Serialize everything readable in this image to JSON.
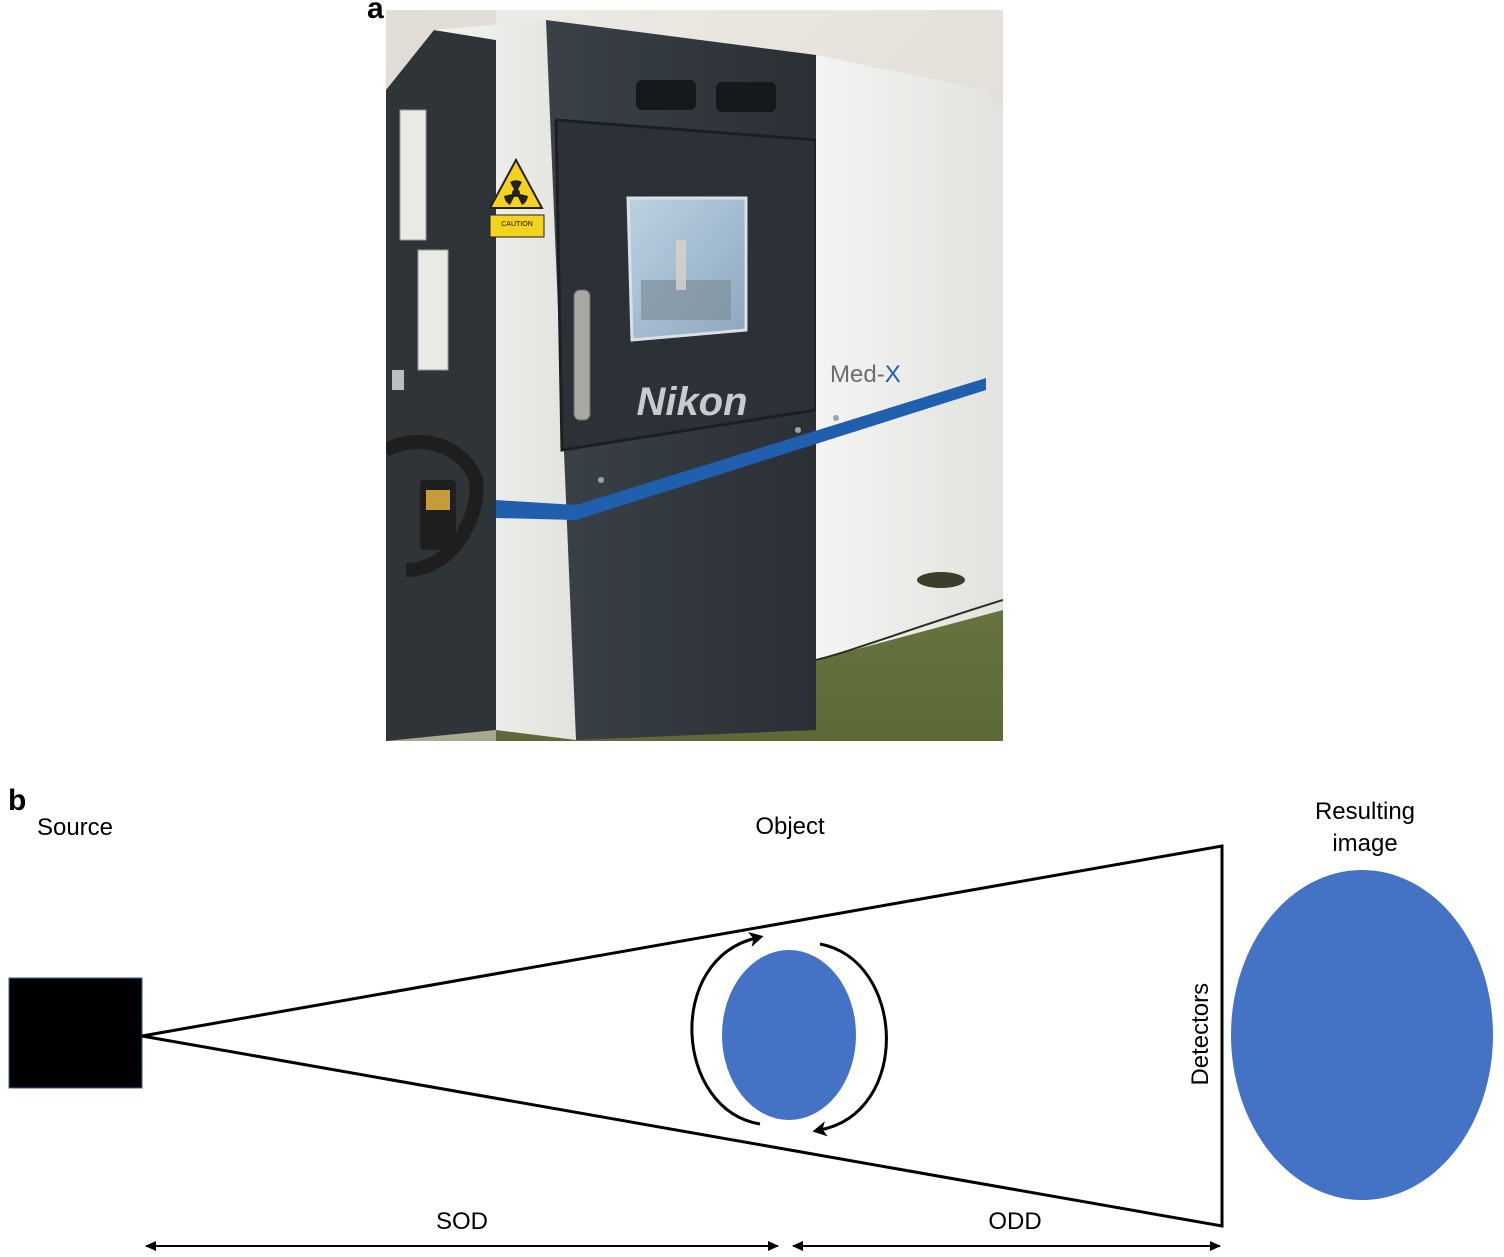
{
  "panel_a": {
    "letter": "a",
    "photo": {
      "brand_text": "Nikon",
      "model_text_main": "Med-",
      "model_text_accent": "X",
      "caution_text": "CAUTION",
      "accent_color": "#1f5fae",
      "icons": [
        "radiation-warning-icon"
      ]
    }
  },
  "panel_b": {
    "letter": "b",
    "labels": {
      "source": "Source",
      "object": "Object",
      "resulting_image_line1": "Resulting",
      "resulting_image_line2": "image",
      "detectors": "Detectors",
      "sod": "SOD",
      "odd": "ODD"
    },
    "colors": {
      "ellipse_fill": "#4472c4",
      "source_fill": "#000000",
      "line": "#000000"
    }
  }
}
